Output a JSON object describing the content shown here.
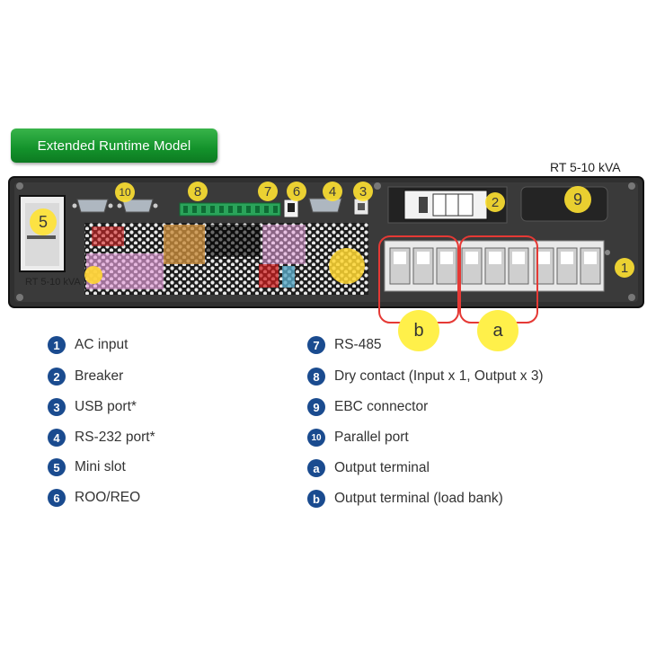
{
  "header": {
    "badge": "Extended Runtime Model"
  },
  "model_top": "RT 5-10 kVA",
  "model_panel": "RT 5-10 kVA",
  "markers": {
    "m1": "1",
    "m2": "2",
    "m3": "3",
    "m4": "4",
    "m5": "5",
    "m6": "6",
    "m7": "7",
    "m8": "8",
    "m9": "9",
    "m10": "10",
    "ma": "a",
    "mb": "b"
  },
  "legend": {
    "left": [
      {
        "num": "1",
        "text": "AC input"
      },
      {
        "num": "2",
        "text": "Breaker"
      },
      {
        "num": "3",
        "text": "USB port*"
      },
      {
        "num": "4",
        "text": "RS-232 port*"
      },
      {
        "num": "5",
        "text": "Mini slot"
      },
      {
        "num": "6",
        "text": "ROO/REO"
      }
    ],
    "right": [
      {
        "num": "7",
        "text": "RS-485"
      },
      {
        "num": "8",
        "text": "Dry contact (Input x 1, Output x 3)"
      },
      {
        "num": "9",
        "text": "EBC connector"
      },
      {
        "num": "10",
        "text": "Parallel port"
      },
      {
        "num": "a",
        "text": "Output terminal"
      },
      {
        "num": "b",
        "text": "Output terminal (load bank)"
      }
    ]
  },
  "colors": {
    "badge_green": "#13922b",
    "panel": "#2b2b2b",
    "marker_yellow": "#ffe232",
    "highlight_red": "#e53935",
    "legend_blue": "#1a4b8f"
  }
}
